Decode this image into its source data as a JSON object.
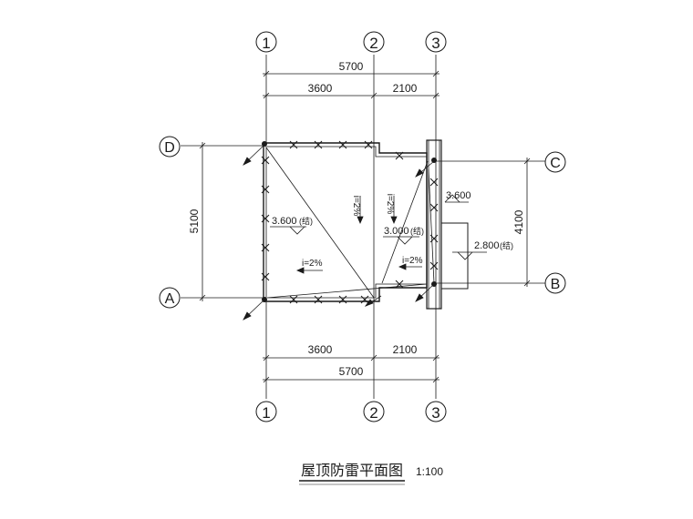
{
  "drawing": {
    "title": "屋顶防雷平面图",
    "scale": "1:100",
    "line_color": "#1a1a1a",
    "background": "#ffffff"
  },
  "grid_axes": {
    "vertical": [
      "1",
      "2",
      "3"
    ],
    "horizontal": [
      "D",
      "A",
      "C",
      "B"
    ]
  },
  "dimensions": {
    "top_total": "5700",
    "top_left": "3600",
    "top_right": "2100",
    "bottom_total": "5700",
    "bottom_left": "3600",
    "bottom_right": "2100",
    "left_height": "5100",
    "right_height": "4100"
  },
  "annotations": {
    "elev_main": "3.600",
    "elev_main_note": "(结)",
    "elev_mid": "3.000",
    "elev_mid_note": "(结)",
    "elev_right": "3.600",
    "elev_canopy": "2.800",
    "elev_canopy_note": "(结)",
    "slope_main_h": "i=2%",
    "slope_main_v": "i=2%",
    "slope_mid_v": "i=2%",
    "slope_mid_h": "i=2%"
  }
}
